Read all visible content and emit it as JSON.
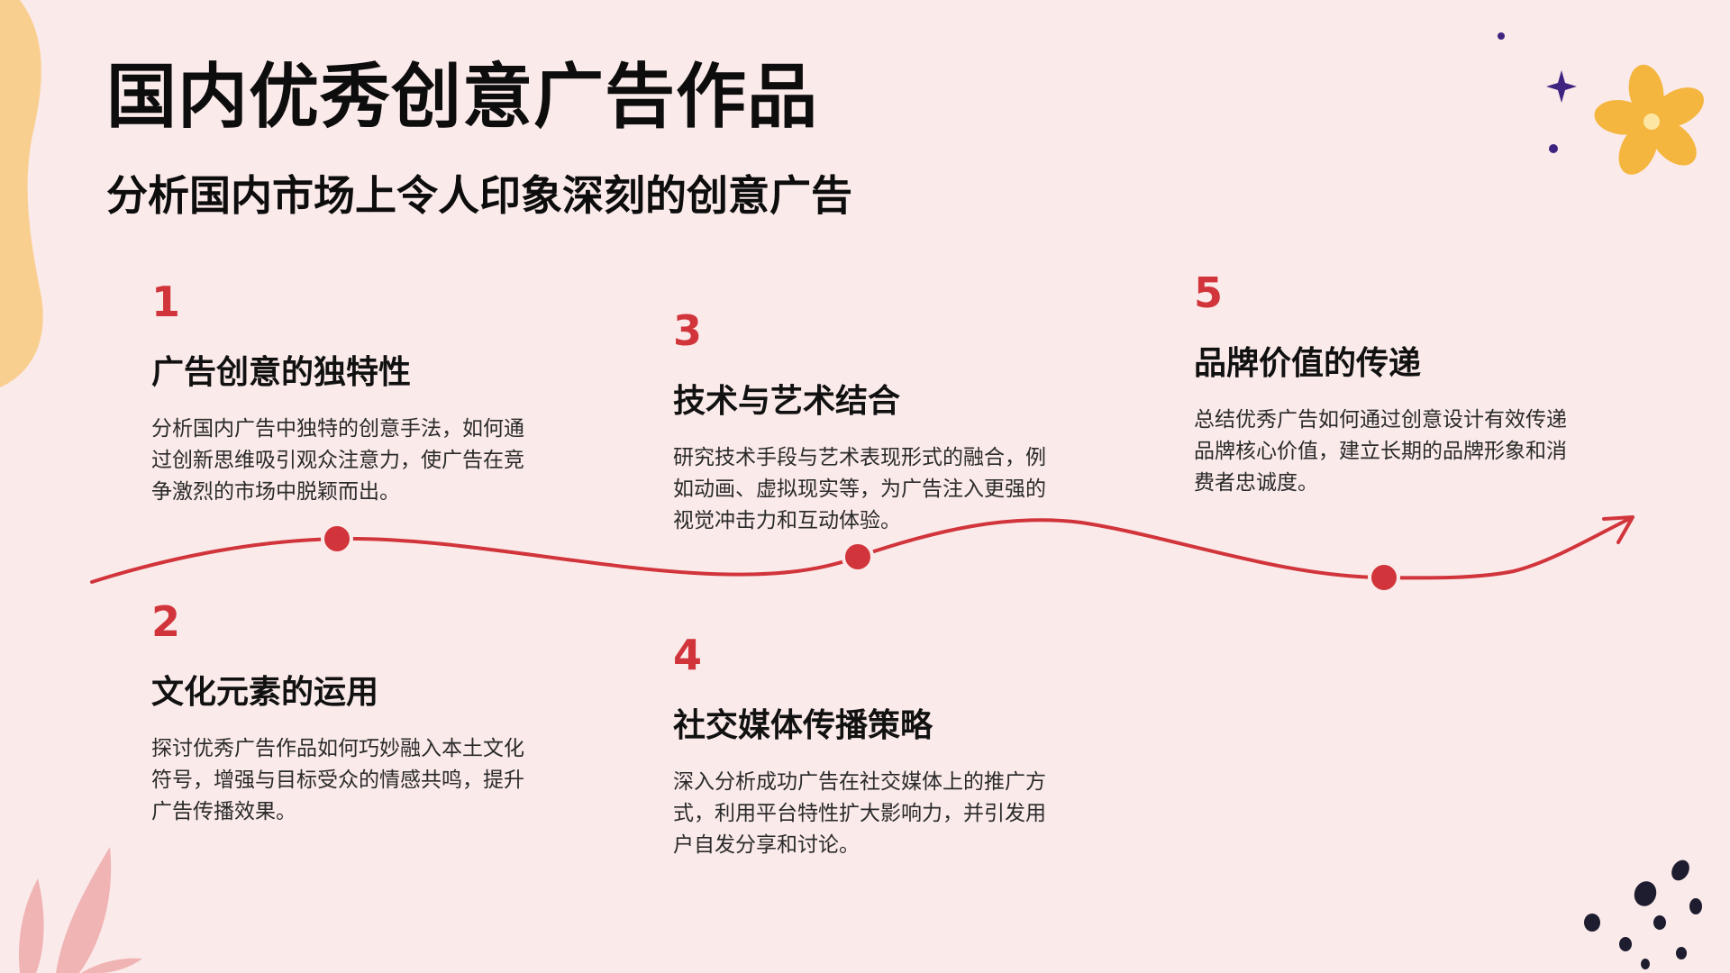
{
  "title": "国内优秀创意广告作品",
  "subtitle": "分析国内市场上令人印象深刻的创意广告",
  "colors": {
    "background": "#fbeaea",
    "accent": "#d1353b",
    "blob": "#f9cf90",
    "flower": "#f4b63f",
    "sparkle": "#3f2380",
    "leaf": "#f0b4b4",
    "dots": "#1d1d2f"
  },
  "items": [
    {
      "number": "1",
      "heading": "广告创意的独特性",
      "description": "分析国内广告中独特的创意手法，如何通过创新思维吸引观众注意力，使广告在竞争激烈的市场中脱颖而出。"
    },
    {
      "number": "2",
      "heading": "文化元素的运用",
      "description": "探讨优秀广告作品如何巧妙融入本土文化符号，增强与目标受众的情感共鸣，提升广告传播效果。"
    },
    {
      "number": "3",
      "heading": "技术与艺术结合",
      "description": "研究技术手段与艺术表现形式的融合，例如动画、虚拟现实等，为广告注入更强的视觉冲击力和互动体验。"
    },
    {
      "number": "4",
      "heading": "社交媒体传播策略",
      "description": "深入分析成功广告在社交媒体上的推广方式，利用平台特性扩大影响力，并引发用户自发分享和讨论。"
    },
    {
      "number": "5",
      "heading": "品牌价值的传递",
      "description": "总结优秀广告如何通过创意设计有效传递品牌核心价值，建立长期的品牌形象和消费者忠诚度。"
    }
  ],
  "decorations": [
    "blob-shape",
    "leaf-shape",
    "flower-icon",
    "sparkle-icon",
    "dot-cluster"
  ]
}
